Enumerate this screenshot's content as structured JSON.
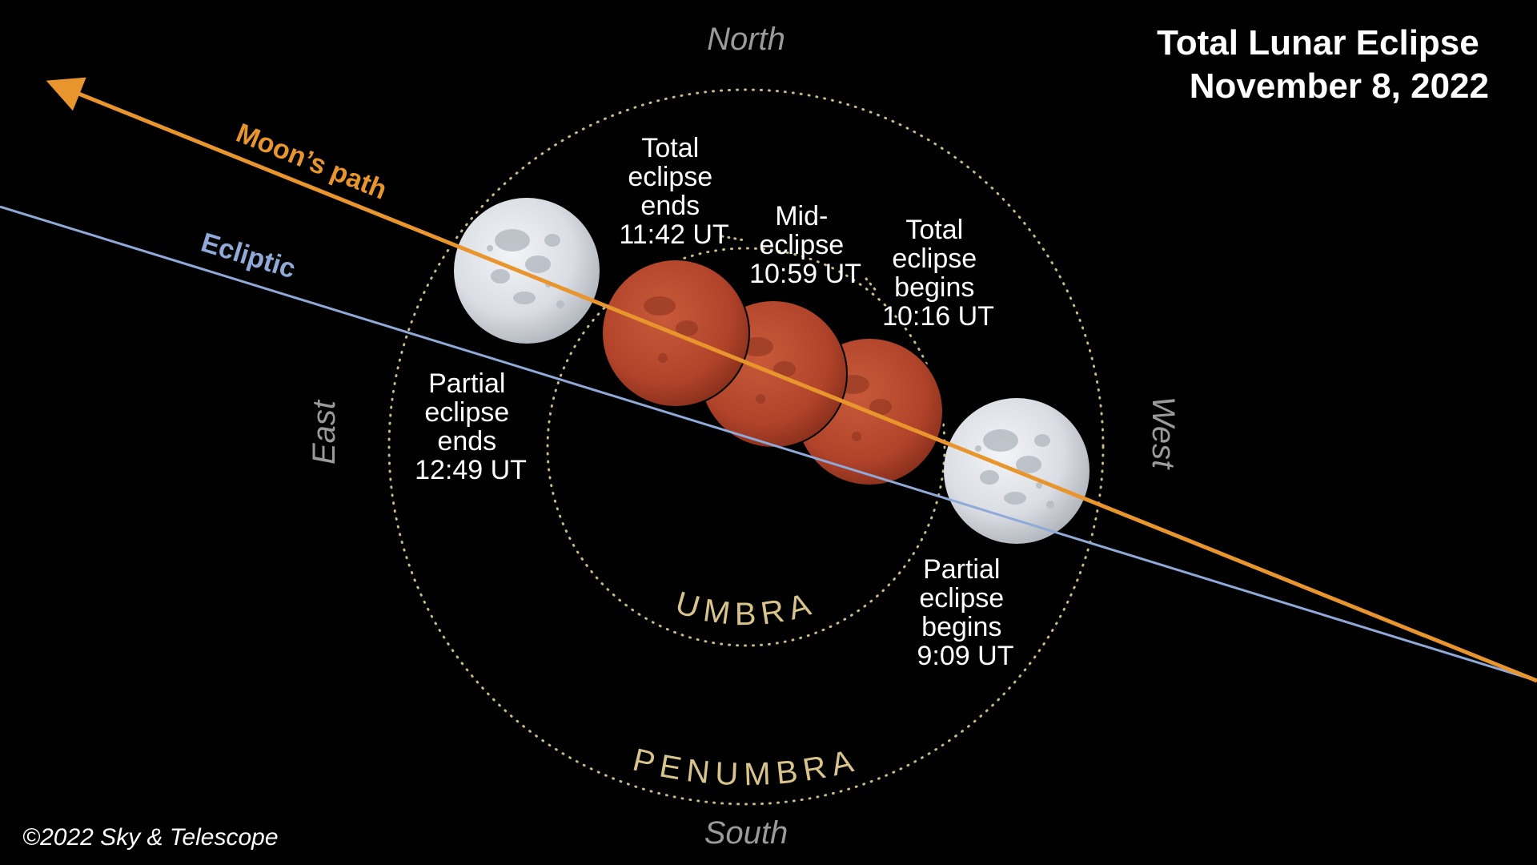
{
  "title": {
    "line1": "Total Lunar Eclipse",
    "line2": "November 8, 2022"
  },
  "directions": {
    "north": "North",
    "south": "South",
    "east": "East",
    "west": "West"
  },
  "shadows": {
    "umbra": "UMBRA",
    "penumbra": "PENUMBRA"
  },
  "paths": {
    "moon_path": "Moon’s path",
    "ecliptic": "Ecliptic"
  },
  "events": {
    "partial_begins": [
      "Partial",
      "eclipse",
      "begins",
      "9:09 UT"
    ],
    "total_begins": [
      "Total",
      "eclipse",
      "begins",
      "10:16 UT"
    ],
    "mid_eclipse": [
      "Mid-",
      "eclipse",
      "10:59 UT"
    ],
    "total_ends": [
      "Total",
      "eclipse",
      "ends",
      "11:42 UT"
    ],
    "partial_ends": [
      "Partial",
      "eclipse",
      "ends",
      "12:49 UT"
    ]
  },
  "credit": "©2022 Sky & Telescope",
  "colors": {
    "background": "#000000",
    "moon_path": "#e8952e",
    "ecliptic": "#8fa9d8",
    "eclipsed_moon": "#b8452a",
    "full_moon": "#dfe2e8",
    "shadow_outline": "#c9b98a",
    "shadow_label": "#d8c48a",
    "direction_label": "#9a9a9a"
  }
}
